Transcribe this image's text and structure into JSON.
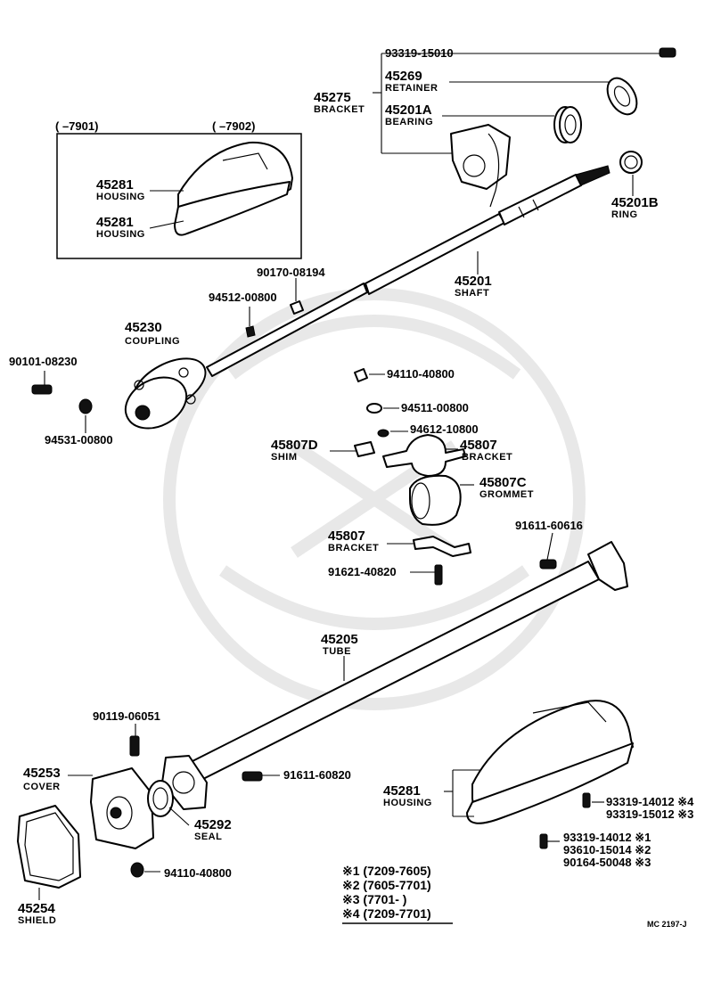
{
  "box": {
    "range_left": "(        –7901)",
    "range_right": "(        –7902)"
  },
  "labels": {
    "p93319_15010": "93319-15010",
    "p45269": "45269",
    "retainer": "RETAINER",
    "p45275": "45275",
    "bracket_top": "BRACKET",
    "p45201A": "45201A",
    "bearing": "BEARING",
    "p45201B": "45201B",
    "ring": "RING",
    "p45281_a": "45281",
    "housing_a": "HOUSING",
    "p45281_b": "45281",
    "housing_b": "HOUSING",
    "p90170_08194": "90170-08194",
    "p94512_00800": "94512-00800",
    "p45201": "45201",
    "shaft": "SHAFT",
    "p45230": "45230",
    "coupling": "COUPLING",
    "p90101_08230": "90101-08230",
    "p94531_00800": "94531-00800",
    "p94110_40800_a": "94110-40800",
    "p94511_00800": "94511-00800",
    "p94612_10800": "94612-10800",
    "p45807D": "45807D",
    "shim": "SHIM",
    "p45807_a": "45807",
    "bracket_a": "BRACKET",
    "p45807C": "45807C",
    "grommet": "GROMMET",
    "p91611_60616": "91611-60616",
    "p45807_b": "45807",
    "bracket_b": "BRACKET",
    "p91621_40820": "91621-40820",
    "p45205": "45205",
    "tube": "TUBE",
    "p90119_06051": "90119-06051",
    "p45253": "45253",
    "cover": "COVER",
    "p91611_60820": "91611-60820",
    "p45281_c": "45281",
    "housing_c": "HOUSING",
    "p93319_14012_x4": "93319-14012 ※4",
    "p93319_15012_x3": "93319-15012 ※3",
    "p45292": "45292",
    "seal": "SEAL",
    "p93319_14012_x1": "93319-14012 ※1",
    "p93610_15014_x2": "93610-15014 ※2",
    "p90164_50048_x3": "90164-50048 ※3",
    "p94110_40800_b": "94110-40800",
    "p45254": "45254",
    "shield": "SHIELD"
  },
  "legend": [
    "※1 (7209-7605)",
    "※2 (7605-7701)",
    "※3 (7701-       )",
    "※4 (7209-7701)"
  ],
  "ref_code": "MC  2197-J"
}
